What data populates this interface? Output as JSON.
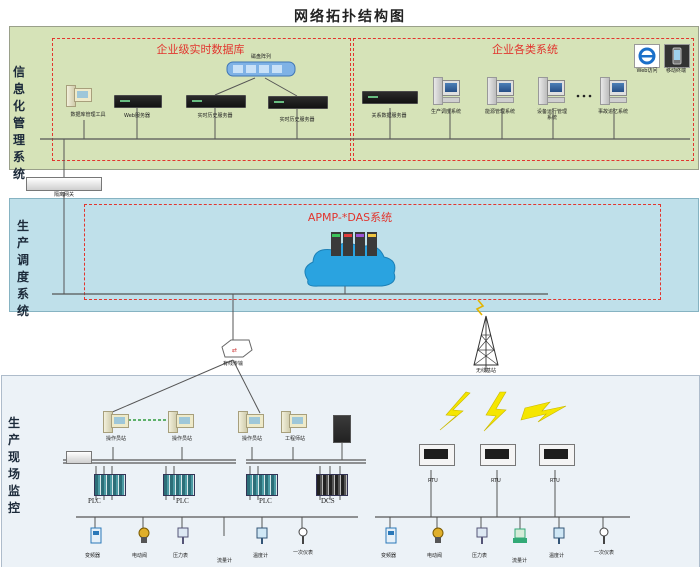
{
  "title": "网络拓扑结构图",
  "sections": {
    "info": "信息化管理系统",
    "sched": "生产调度系统",
    "field": "生产现场监控"
  },
  "info_groups": {
    "realtime_db": "企业级实时数据库",
    "biz_systems": "企业各类系统"
  },
  "info_devices": {
    "db_tool": "数据库管理工具",
    "web_server": "Web服务器",
    "rt_server": "实时历史服务器",
    "disk_array": "磁盘阵列",
    "rt_server2": "实时历史服务器",
    "rel_db": "关系数据服务器",
    "prod_sched": "生产调度系统",
    "energy": "能源管理系统",
    "equip": "设备运行管理系统",
    "accident": "事故追忆系统",
    "web": "Web访问",
    "mobile": "移动终端",
    "gateway": "隔离网关"
  },
  "sched_box": {
    "title": "APMP-*DAS系统"
  },
  "field_nodes": {
    "router": "有线传输",
    "tower": "无线基站",
    "station1": "操作员站",
    "station2": "操作员站",
    "station3": "操作员站",
    "station4": "工程师站",
    "plc1": "PLC",
    "plc2": "PLC",
    "plc3": "PLC",
    "dcs": "DCS",
    "rtu1": "RTU",
    "rtu2": "RTU",
    "rtu3": "RTU",
    "dev_vfd1": "变频器",
    "dev_valve1": "电动阀",
    "dev_press1": "压力表",
    "dev_flow1": "流量计",
    "dev_temp1": "温度计",
    "dev_meter1": "一次仪表",
    "dev_vfd2": "变频器",
    "dev_valve2": "电动阀",
    "dev_press2": "压力表",
    "dev_flow2": "流量计",
    "dev_temp2": "温度计",
    "dev_meter2": "一次仪表"
  },
  "colors": {
    "info_bg": "#d6e3b8",
    "sched_bg": "#bfe0ea",
    "field_bg": "#ecf2f7",
    "accent_red": "#e2352e",
    "bolt": "#f5e600"
  }
}
